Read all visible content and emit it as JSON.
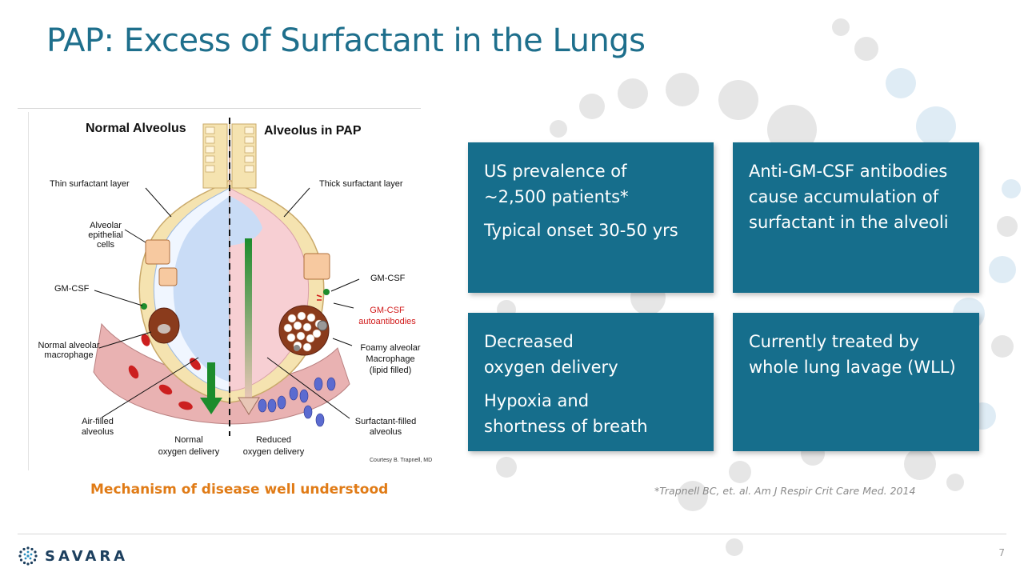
{
  "slide": {
    "title": "PAP: Excess of Surfactant in the Lungs",
    "page_number": "7",
    "mechanism_caption": "Mechanism of disease well understood",
    "citation": "*Trapnell BC, et. al. Am J Respir Crit Care Med. 2014"
  },
  "figure": {
    "heading_left": "Normal Alveolus",
    "heading_right": "Alveolus in PAP",
    "labels": {
      "thin_layer": "Thin surfactant layer",
      "thick_layer": "Thick surfactant layer",
      "alveolar_line1": "Alveolar",
      "alveolar_line2": "epithelial",
      "alveolar_line3": "cells",
      "gmcsf_left": "GM-CSF",
      "gmcsf_right": "GM-CSF",
      "autoab_line1": "GM-CSF",
      "autoab_line2": "autoantibodies",
      "normal_macro_line1": "Normal alveolar",
      "normal_macro_line2": "macrophage",
      "foamy_line1": "Foamy alveolar",
      "foamy_line2": "Macrophage",
      "foamy_line3": "(lipid filled)",
      "air_line1": "Air-filled",
      "air_line2": "alveolus",
      "surf_line1": "Surfactant-filled",
      "surf_line2": "alveolus",
      "normal_o2_line1": "Normal",
      "normal_o2_line2": "oxygen delivery",
      "reduced_o2_line1": "Reduced",
      "reduced_o2_line2": "oxygen delivery",
      "courtesy": "Courtesy B. Trapnell, MD"
    }
  },
  "boxes": {
    "prevalence": {
      "line1": "US prevalence of",
      "line2": "~2,500 patients*",
      "line3": "Typical onset 30-50 yrs"
    },
    "antibodies": {
      "line1": "Anti-GM-CSF antibodies",
      "line2": "cause accumulation of",
      "line3": "surfactant in the alveoli"
    },
    "oxygen": {
      "line1": "Decreased",
      "line2": "oxygen delivery",
      "line3": "Hypoxia and",
      "line4": "shortness of breath"
    },
    "treatment": {
      "line1": "Currently treated by",
      "line2": "whole lung lavage (WLL)"
    }
  },
  "logo": {
    "text": "SAVARA"
  },
  "colors": {
    "title": "#1e6f8c",
    "box_fill": "#166e8c",
    "mechanism": "#e07b16",
    "bubble": "#e4e4e4",
    "bubble_blue": "#dcebf5"
  }
}
